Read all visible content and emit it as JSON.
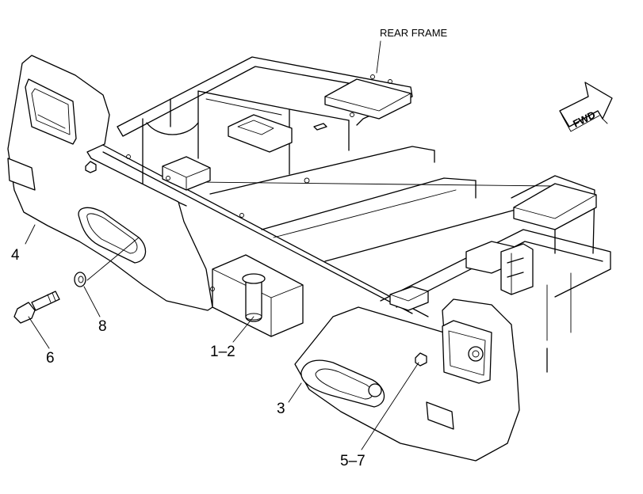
{
  "callouts": {
    "rear_frame": "REAR FRAME",
    "fwd": "FWD",
    "part_4": "4",
    "part_8": "8",
    "part_6": "6",
    "part_1_2": "1–2",
    "part_3": "3",
    "part_5_7": "5–7"
  },
  "colors": {
    "line": "#000000",
    "background": "#ffffff"
  },
  "icons": {
    "fwd_arrow": "forward-direction-arrow-icon"
  }
}
